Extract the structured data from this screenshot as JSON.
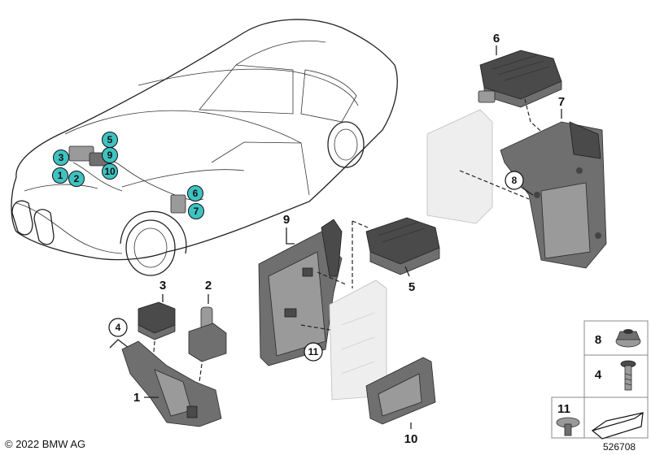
{
  "car_callouts": [
    "5",
    "3",
    "9",
    "1",
    "2",
    "10",
    "6",
    "7"
  ],
  "part_labels": {
    "p1": "1",
    "p2": "2",
    "p3": "3",
    "p4": "4",
    "p5": "5",
    "p6": "6",
    "p7": "7",
    "p8": "8",
    "p9": "9",
    "p10": "10",
    "p11": "11"
  },
  "hardware_box": {
    "nut": "8",
    "bolt": "4",
    "screw": "11"
  },
  "footer": {
    "copyright": "© 2022 BMW AG",
    "diagram_id": "526708"
  },
  "colors": {
    "callout_fill": "#3fc2c2",
    "part_gray": "#6f6f6f"
  }
}
